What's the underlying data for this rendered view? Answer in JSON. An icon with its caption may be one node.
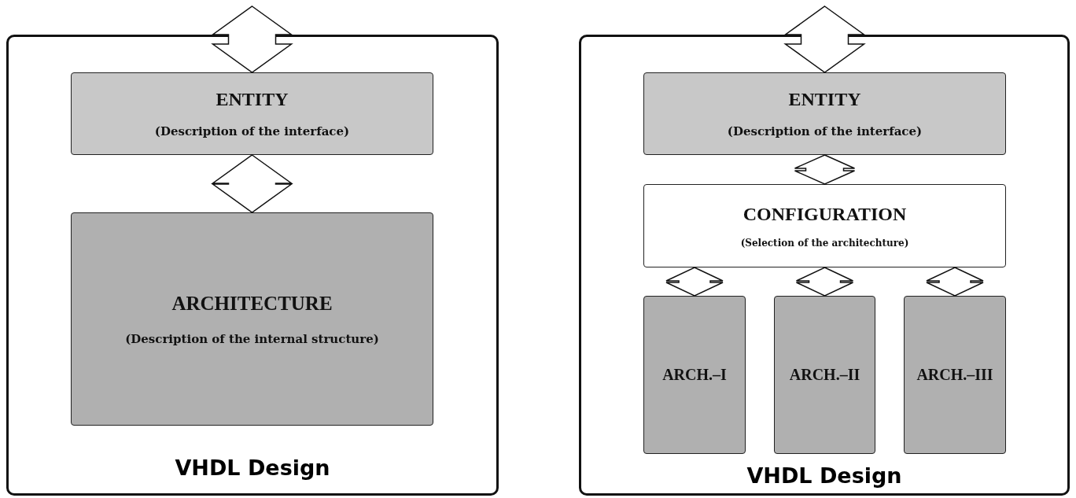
{
  "diagram": {
    "nodes": [
      {
        "text": [
          "VHDL Design"
        ]
      },
      {
        "text": [
          "ENTITY",
          "(Description of the interface)"
        ],
        "in": 0
      },
      {
        "text": [
          "ARCHITECTURE",
          "(Description of the internal structure)"
        ],
        "in": 0
      },
      {
        "text": [
          "VHDL Design"
        ]
      },
      {
        "text": [
          "ENTITY",
          "(Description of the interface)"
        ],
        "in": 3
      },
      {
        "text": [
          "CONFIGURATION",
          "(Selection of the architechture)"
        ],
        "in": 3
      },
      {
        "text": [
          "ARCH.–I"
        ],
        "in": 3
      },
      {
        "text": [
          "ARCH.–II"
        ],
        "in": 3
      },
      {
        "text": [
          "ARCH.–III"
        ],
        "in": 3
      }
    ],
    "edges": [
      {
        "from": null,
        "to": 1,
        "arrow": "both"
      },
      {
        "from": 1,
        "to": 2,
        "arrow": "both"
      },
      {
        "from": null,
        "to": 4,
        "arrow": "both"
      },
      {
        "from": 4,
        "to": 5,
        "arrow": "both"
      },
      {
        "from": 5,
        "to": 6,
        "arrow": "both"
      },
      {
        "from": 5,
        "to": 7,
        "arrow": "both"
      },
      {
        "from": 5,
        "to": 8,
        "arrow": "both"
      }
    ]
  }
}
